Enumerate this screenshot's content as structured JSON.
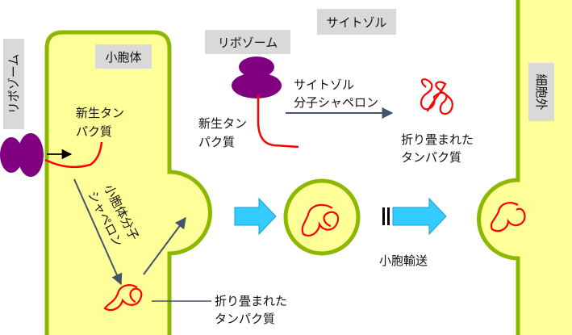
{
  "labels": {
    "cytosol": "サイトゾル",
    "ribosome_top": "リボゾーム",
    "ribosome_left": "リボゾーム",
    "vesicle": "小胞体",
    "extracellular": "細胞外",
    "nascent_left_1": "新生タン",
    "nascent_left_2": "パク質",
    "nascent_top_1": "新生タン",
    "nascent_top_2": "パク質",
    "chaperone_cyto_1": "サイトゾル",
    "chaperone_cyto_2": "分子シャペロン",
    "folded_top_1": "折り畳まれた",
    "folded_top_2": "タンパク質",
    "chaperone_er_1": "小胞体分子",
    "chaperone_er_2": "シャペロン",
    "folded_bottom_1": "折り畳まれた",
    "folded_bottom_2": "タンパク質",
    "transport": "小胞輸送"
  },
  "colors": {
    "membrane": "#8db800",
    "lumen": "#ffff99",
    "ribosome": "#800080",
    "protein": "#ff0000",
    "tag_bg": "#d9d9d9",
    "transport_arrow": "#33ccff",
    "pointer_arrow": "#44546a"
  }
}
